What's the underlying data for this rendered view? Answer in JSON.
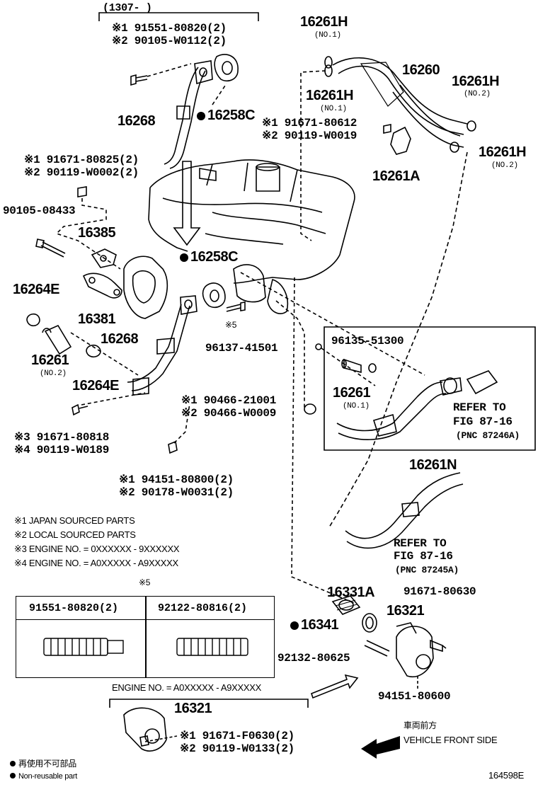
{
  "date_range": "(1307-    )",
  "labels": {
    "top_jp_bolt": "※1 91551-80820(2)",
    "top_local_bolt": "※2 90105-W0112(2)",
    "p16268_top": "16268",
    "p16258c_top": "16258C",
    "p16261h_no1_top": "16261H",
    "no1_a": "(NO.1)",
    "p16261h_no1_b": "16261H",
    "no1_b": "(NO.1)",
    "p16260": "16260",
    "p16261h_no2_a": "16261H",
    "no2_a": "(NO.2)",
    "p16261h_no2_b": "16261H",
    "no2_b": "(NO.2)",
    "clamp_jp": "※1 91671-80612",
    "clamp_local": "※2 90119-W0019",
    "p16261a": "16261A",
    "bolt2_jp": "※1 91671-80825(2)",
    "bolt2_local": "※2 90119-W0002(2)",
    "p90105_08433": "90105-08433",
    "p16385": "16385",
    "p16264e_a": "16264E",
    "p16381": "16381",
    "p16258c_mid": "16258C",
    "mark5": "※5",
    "p96137": "96137-41501",
    "p96135": "96135-51300",
    "p16268_mid": "16268",
    "p16261_no2": "16261",
    "no2_c": "(NO.2)",
    "p16264e_b": "16264E",
    "p16261_no1": "16261",
    "no1_c": "(NO.1)",
    "refer1_a": "REFER TO",
    "refer1_b": "FIG 87-16",
    "refer1_c": "(PNC 87246A)",
    "gasket_jp": "※1 90466-21001",
    "gasket_local": "※2 90466-W0009",
    "bolt3_a": "※3 91671-80818",
    "bolt3_b": "※4 90119-W0189",
    "p16261n": "16261N",
    "nut_jp": "※1 94151-80800(2)",
    "nut_local": "※2 90178-W0031(2)",
    "refer2_a": "REFER TO",
    "refer2_b": "FIG 87-16",
    "refer2_c": "(PNC 87245A)",
    "legend1": "※1 JAPAN SOURCED PARTS",
    "legend2": "※2 LOCAL SOURCED PARTS",
    "legend3": "※3 ENGINE NO. = 0XXXXXX - 9XXXXXX",
    "legend4": "※4 ENGINE NO. = A0XXXXX - A9XXXXX",
    "box_mark": "※5",
    "box_col1": "91551-80820(2)",
    "box_col2": "92122-80816(2)",
    "p16331a": "16331A",
    "p91671_80630": "91671-80630",
    "p16321_a": "16321",
    "p16341": "16341",
    "p92132": "92132-80625",
    "p94151_80600": "94151-80600",
    "engine_no": "ENGINE NO. = A0XXXXX - A9XXXXX",
    "p16321_b": "16321",
    "bolt4_jp": "※1 91671-F0630(2)",
    "bolt4_local": "※2 90119-W0133(2)",
    "front_jp": "車両前方",
    "front_en": "VEHICLE FRONT SIDE",
    "nonreuse_jp": "再使用不可部品",
    "nonreuse_en": "Non-reusable part",
    "fig_id": "164598E"
  }
}
